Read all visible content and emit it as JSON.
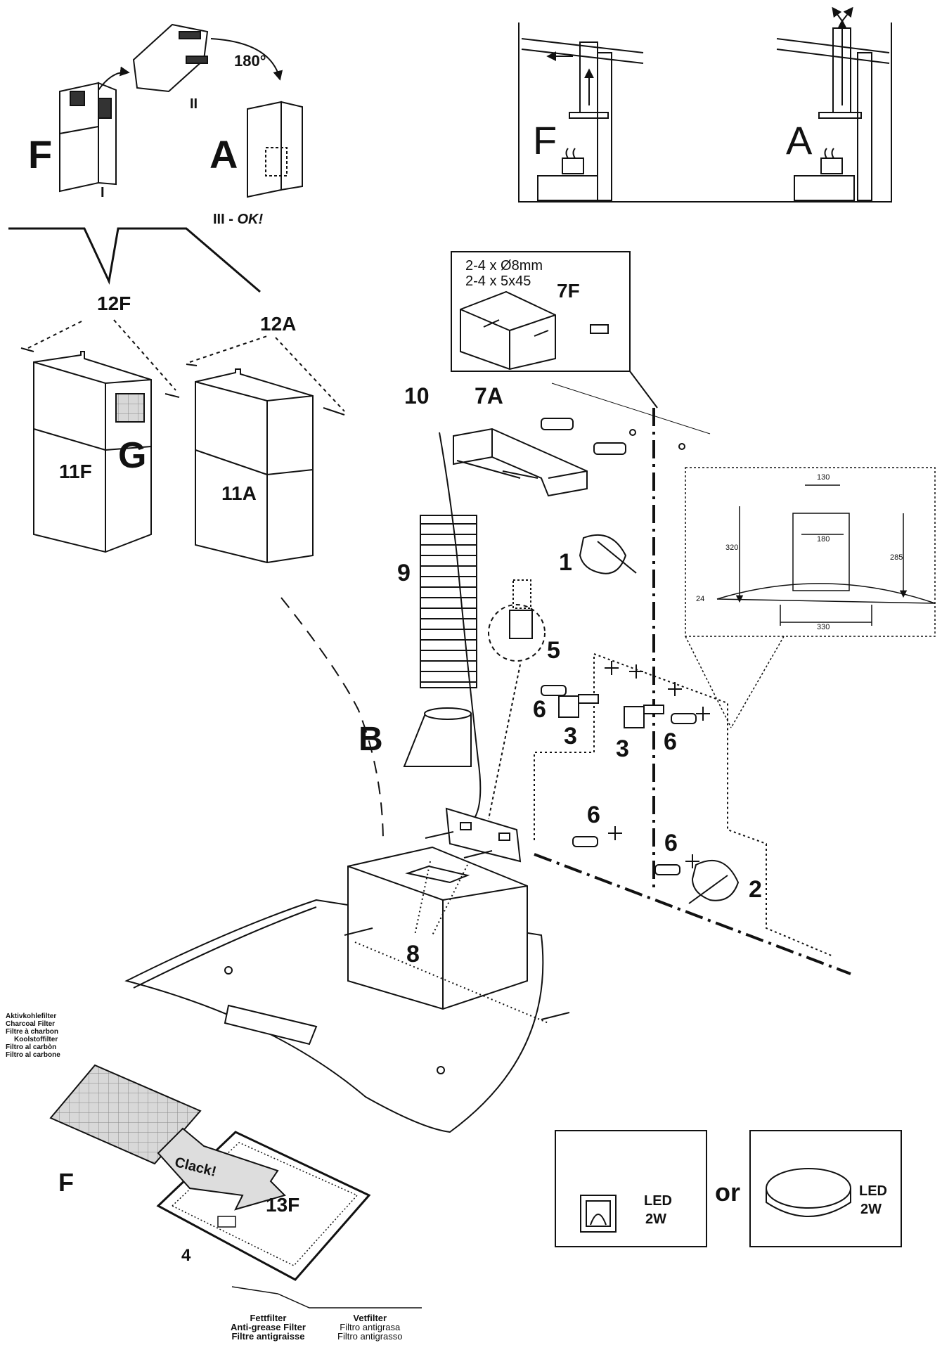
{
  "labels": {
    "f_top": "F",
    "a_top": "A",
    "step_i": "I",
    "step_ii": "II",
    "step_iii": "III - ",
    "ok": "OK!",
    "rotation": "180°",
    "f_vent": "F",
    "a_vent": "A",
    "part_12f": "12F",
    "part_12a": "12A",
    "part_11f": "11F",
    "part_11a": "11A",
    "part_g": "G",
    "part_10": "10",
    "part_7a": "7A",
    "part_7f": "7F",
    "screws_line1": "2-4 x Ø8mm",
    "screws_line2": "2-4 x 5x45",
    "part_9": "9",
    "part_1": "1",
    "part_5": "5",
    "part_6a": "6",
    "part_3a": "3",
    "part_3b": "3",
    "part_6b": "6",
    "part_b": "B",
    "part_6c": "6",
    "part_6d": "6",
    "part_2": "2",
    "part_8": "8",
    "part_4": "4",
    "part_f_filter": "F",
    "clack": "Clack!",
    "part_13f": "13F",
    "or": "or",
    "led1_line1": "LED",
    "led1_line2": "2W",
    "led2_line1": "LED",
    "led2_line2": "2W"
  },
  "dimensions": {
    "d130": "130",
    "d180": "180",
    "d320": "320",
    "d285": "285",
    "d24": "24",
    "d330": "330"
  },
  "filter_text": {
    "charcoal": [
      "Aktivkohlefilter",
      "Charcoal Filter",
      "Filtre à charbon",
      "Koolstoffilter",
      "Filtro al carbòn",
      "Filtro al carbone"
    ],
    "grease_left": [
      "Fettfilter",
      "Anti-grease Filter",
      "Filtre antigraisse"
    ],
    "grease_right": [
      "Vetfilter",
      "Filtro antigrasa",
      "Filtro antigrasso"
    ]
  }
}
